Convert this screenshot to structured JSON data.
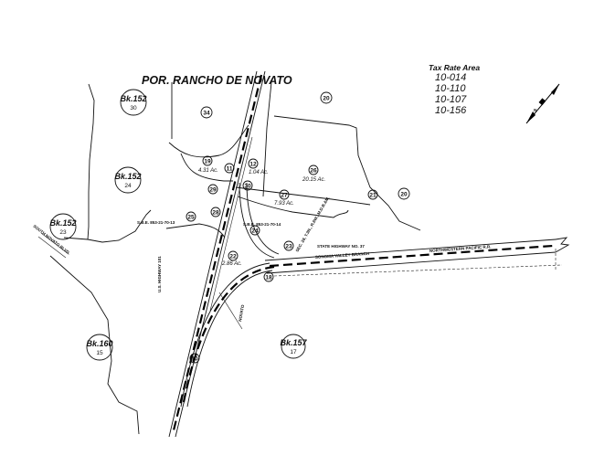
{
  "title": "POR. RANCHO DE NOVATO",
  "tax_rate_area": {
    "label": "Tax Rate Area",
    "codes": [
      "10-014",
      "10-110",
      "10-107",
      "10-156"
    ]
  },
  "blocks": [
    {
      "name": "Bk.152",
      "sub": "30"
    },
    {
      "name": "Bk.152",
      "sub": "24"
    },
    {
      "name": "Bk.152",
      "sub": "23"
    },
    {
      "name": "Bk.160",
      "sub": "15"
    },
    {
      "name": "Bk.157",
      "sub": "17"
    }
  ],
  "parcels": [
    "34",
    "20",
    "20",
    "19",
    "11",
    "12",
    "30",
    "29",
    "27",
    "26",
    "21",
    "28",
    "25",
    "24",
    "23",
    "22",
    "18",
    "10"
  ],
  "acreage": [
    "4.31 Ac.",
    "1.04 Ac.",
    "20.15 Ac.",
    "7.93 Ac.",
    "2.86 Ac."
  ],
  "labels": {
    "sbe_13": "S.B.E. 853-21-70-13",
    "sbe_14": "S.B.E. 853-21-70-14",
    "state_hwy": "STATE HIGHWAY NO. 37",
    "us_hwy": "U.S. HIGHWAY 101",
    "section": "SEC. 28, T.3N., R.6W., M.D.B.&M.",
    "south_novato": "SOUTH NOVATO BLVD.",
    "novato": "NOVATO",
    "rail": "NORTHWESTERN PACIFIC R.R.",
    "branch": "SONOMA VALLEY BRANCH",
    "north": "N"
  }
}
